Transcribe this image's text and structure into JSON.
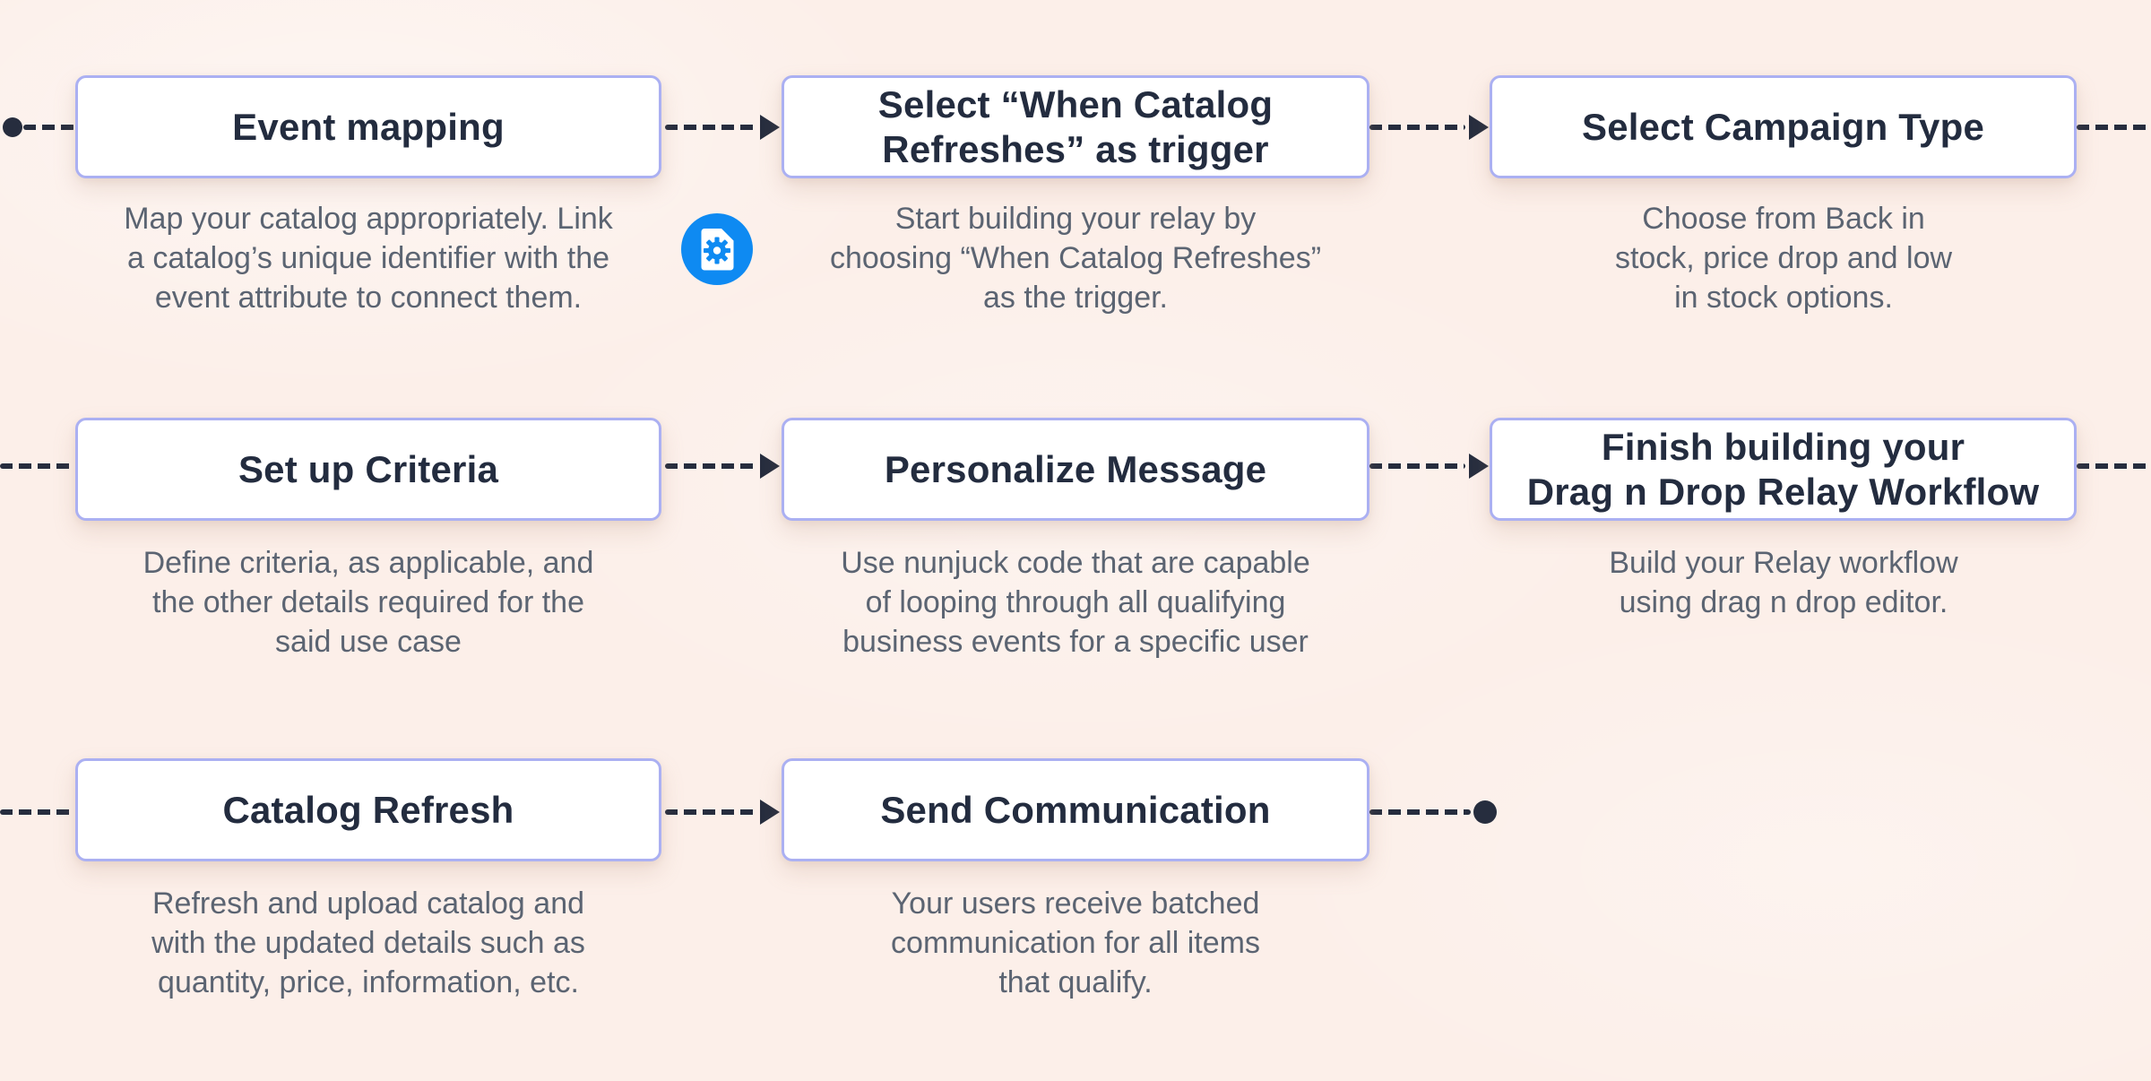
{
  "colors": {
    "background": "#fcefe9",
    "box_border": "#abb0f2",
    "box_fill": "#ffffff",
    "title_text": "#232c3f",
    "description_text": "#5b6472",
    "connector": "#262d3e",
    "accent_blue": "#0e8af2"
  },
  "icon": {
    "name": "document-gear-icon"
  },
  "steps": [
    {
      "title": "Event mapping",
      "description": "Map your catalog appropriately. Link\na catalog’s unique identifier with the\nevent attribute to connect them."
    },
    {
      "title": "Select “When Catalog\nRefreshes” as trigger",
      "description": "Start building your relay by\nchoosing “When Catalog Refreshes”\nas the trigger."
    },
    {
      "title": "Select Campaign Type",
      "description": "Choose from Back in\nstock, price drop and low\nin stock options."
    },
    {
      "title": "Set up Criteria",
      "description": "Define criteria, as applicable, and\nthe other details required for the\nsaid use case"
    },
    {
      "title": "Personalize  Message",
      "description": "Use nunjuck code that are capable\nof looping through all qualifying\nbusiness events for a specific user"
    },
    {
      "title": "Finish building your\nDrag n Drop Relay Workflow",
      "description": "Build your Relay workflow\nusing drag n drop editor."
    },
    {
      "title": "Catalog Refresh",
      "description": "Refresh and upload catalog and\nwith the updated details such as\nquantity, price, information, etc."
    },
    {
      "title": "Send Communication",
      "description": "Your users receive batched\ncommunication for all items\nthat qualify."
    }
  ]
}
